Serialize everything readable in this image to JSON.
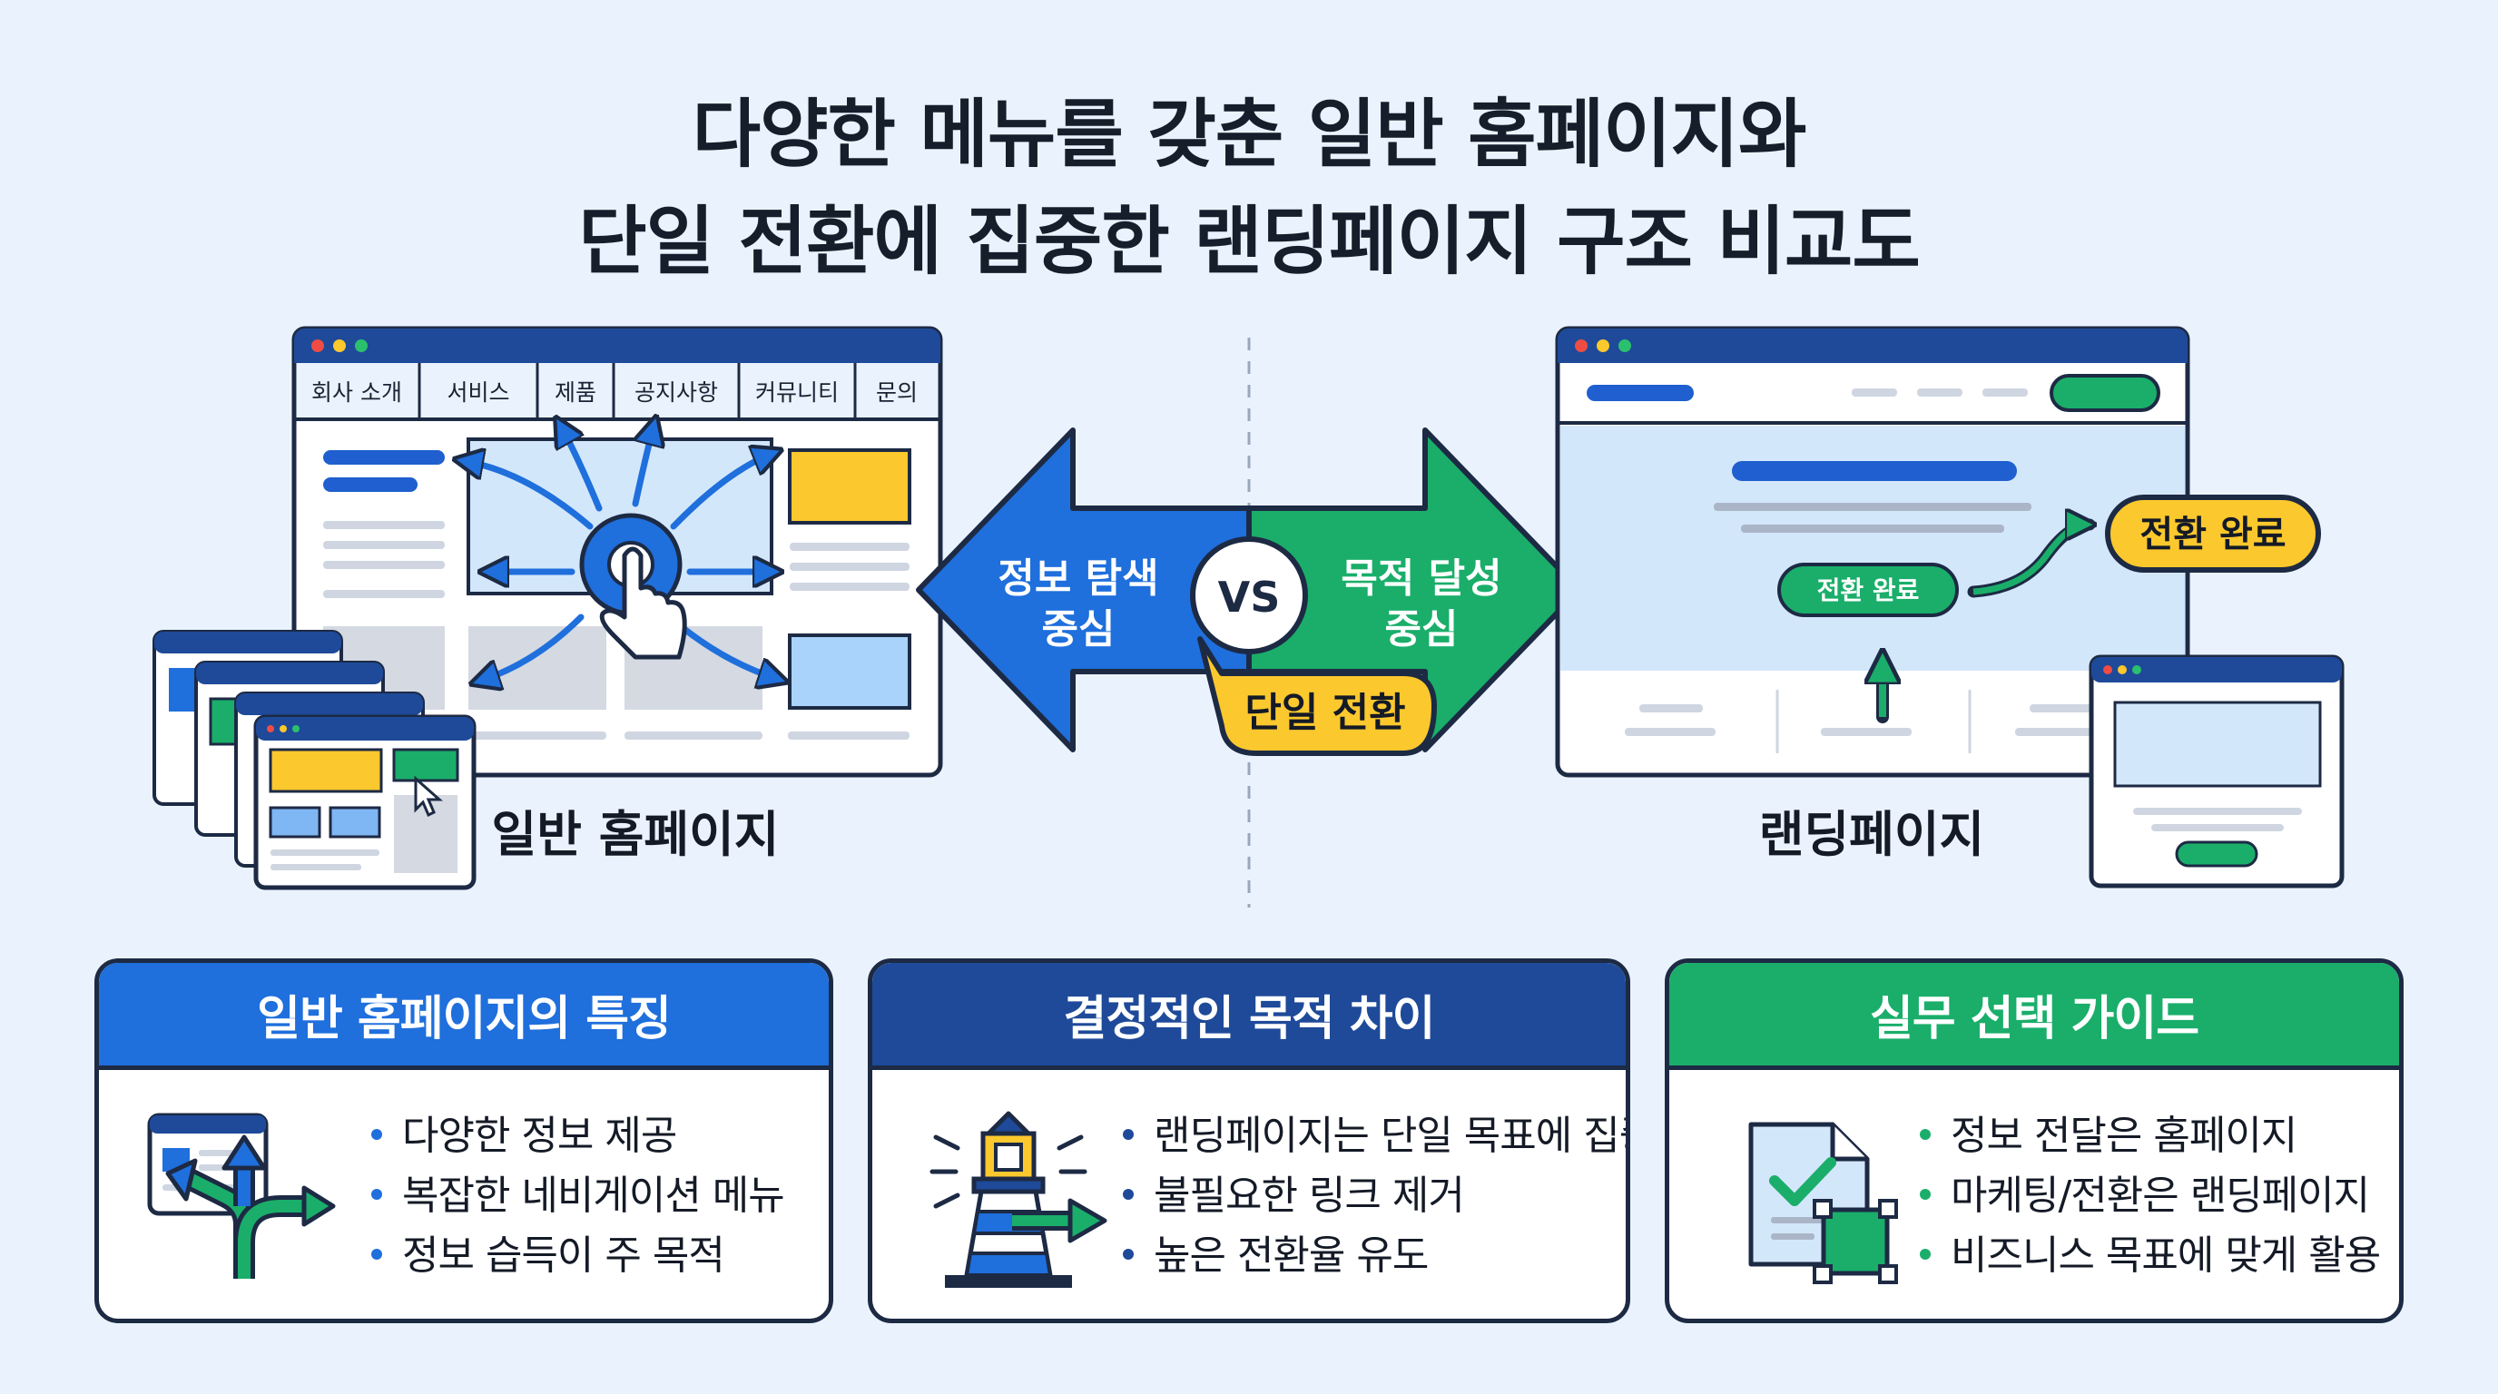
{
  "title": {
    "line1": "다양한 메뉴를 갖춘 일반 홈페이지와",
    "line2": "단일 전환에 집중한 랜딩페이지 구조 비교도"
  },
  "homepage": {
    "label": "일반 홈페이지",
    "menu": [
      "회사 소개",
      "서비스",
      "제품",
      "공지사항",
      "커뮤니티",
      "문의"
    ]
  },
  "center": {
    "left_arrow_line1": "정보 탐색",
    "left_arrow_line2": "중심",
    "vs": "VS",
    "right_arrow_line1": "목적 달성",
    "right_arrow_line2": "중심",
    "bubble": "단일 전환"
  },
  "landing": {
    "label": "랜딩페이지",
    "cta_button": "전환 완료",
    "result_bubble": "전환 완료"
  },
  "cards": [
    {
      "title": "일반 홈페이지의 특징",
      "items": [
        "다양한 정보 제공",
        "복잡한 네비게이션 메뉴",
        "정보 습득이 주 목적"
      ]
    },
    {
      "title": "결정적인 목적 차이",
      "items": [
        "랜딩페이지는 단일 목표에 집중",
        "불필요한 링크 제거",
        "높은 전환율 유도"
      ]
    },
    {
      "title": "실무 선택 가이드",
      "items": [
        "정보 전달은 홈페이지",
        "마케팅/전환은 랜딩페이지",
        "비즈니스 목표에 맞게 활용"
      ]
    }
  ],
  "colors": {
    "blue": "#1f6fdc",
    "navy": "#1e4a99",
    "green": "#1aae6a",
    "yellow": "#fbc82e",
    "outline": "#1d2a44",
    "background": "#eaf3fd"
  }
}
